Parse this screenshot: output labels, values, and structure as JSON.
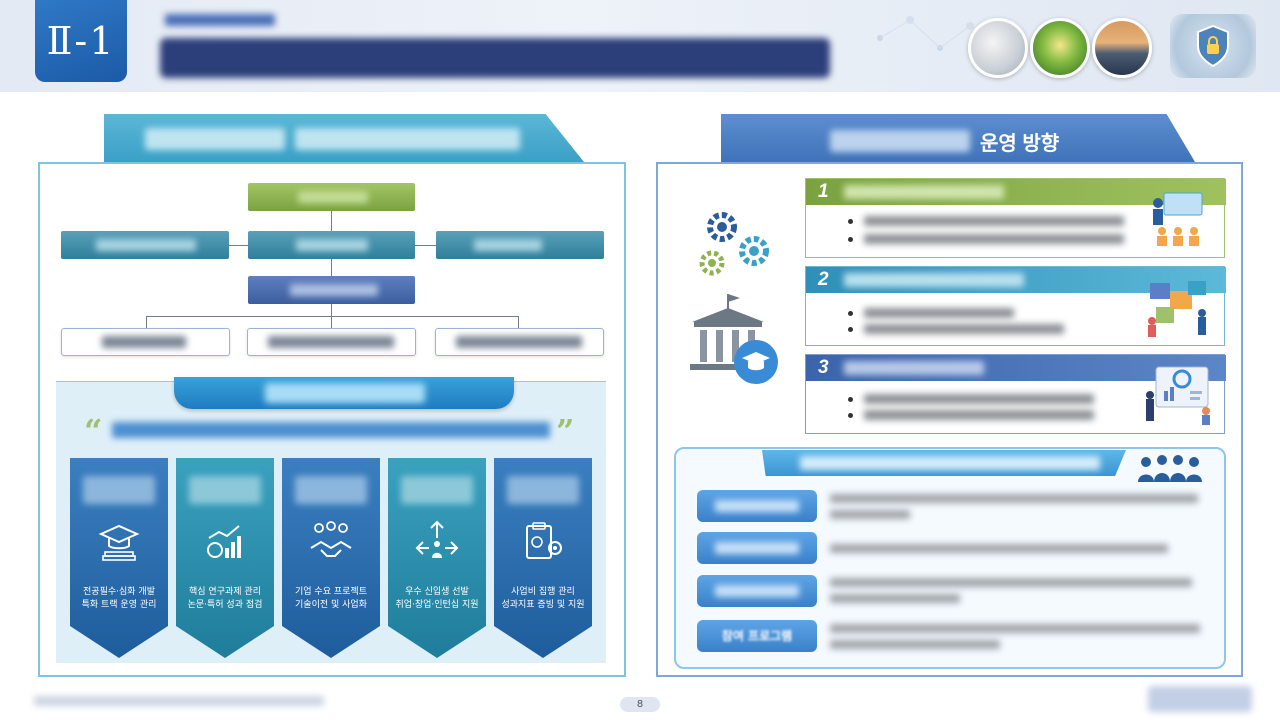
{
  "header": {
    "section_badge": "Ⅱ-1",
    "accent_color": "#1c5aa6"
  },
  "right": {
    "title": "운영 방향",
    "directions": [
      {
        "num": "1",
        "head_color": "#8fb24e"
      },
      {
        "num": "2",
        "head_color": "#3aa0c6"
      },
      {
        "num": "3",
        "head_color": "#4a74b8"
      }
    ],
    "support_label_4": "참여 프로그램"
  },
  "left": {
    "cards": [
      {
        "label": "전공필수·심화 개발\n특화 트랙 운영 관리",
        "icon": "graduation-cap-icon",
        "color": "#2869a8"
      },
      {
        "label": "핵심 연구과제 관리\n논문·특허 성과 점검",
        "icon": "research-chart-icon",
        "color": "#2a8ba8"
      },
      {
        "label": "기업 수요 프로젝트\n기술이전 및 사업화",
        "icon": "handshake-icon",
        "color": "#2869a8"
      },
      {
        "label": "우수 신입생 선발\n취업·창업·인턴십 지원",
        "icon": "arrows-person-icon",
        "color": "#2a8ba8"
      },
      {
        "label": "사업비 집행 관리\n성과지표 증빙 및 지원",
        "icon": "clipboard-gear-icon",
        "color": "#2869a8"
      }
    ]
  },
  "footer": {
    "page_number": "8"
  }
}
